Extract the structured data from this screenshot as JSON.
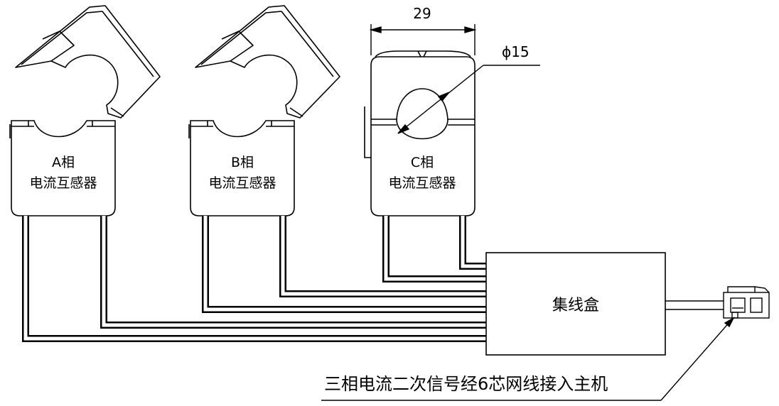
{
  "sensors": [
    {
      "phase": "A相",
      "name": "电流互感器"
    },
    {
      "phase": "B相",
      "name": "电流互感器"
    },
    {
      "phase": "C相",
      "name": "电流互感器"
    }
  ],
  "dimensions": {
    "width": "29",
    "diameter": "ϕ15"
  },
  "junction_box": "集线盒",
  "caption": "三相电流二次信号经6芯网线接入主机"
}
